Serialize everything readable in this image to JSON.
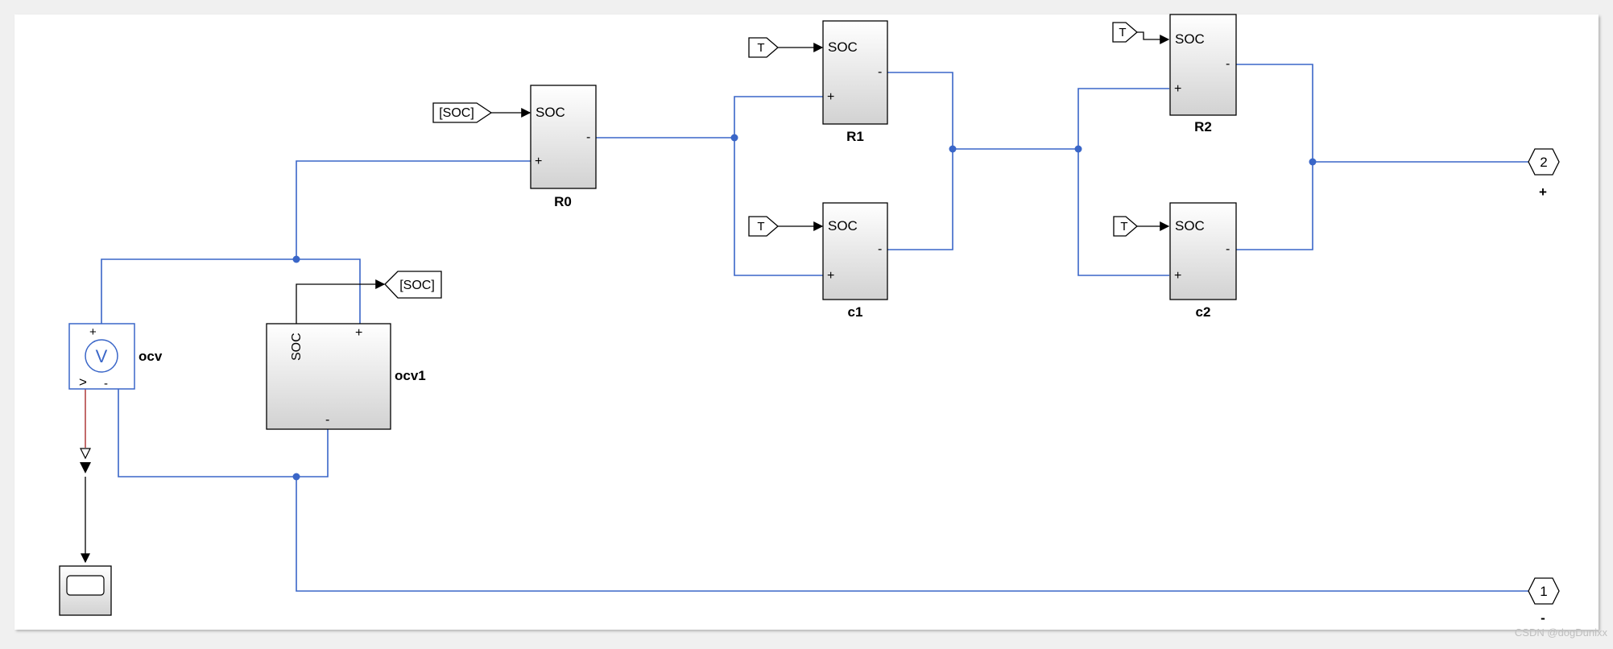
{
  "colors": {
    "wire": "#3a66c8",
    "signal": "#000000",
    "measure_wire": "#a01a1a",
    "block_fill_top": "#ffffff",
    "block_fill_bottom": "#d4d4d4",
    "canvas": "#ffffff"
  },
  "blocks": {
    "R0": {
      "name": "R0",
      "port_soc": "SOC",
      "port_plus": "+",
      "port_minus": "-"
    },
    "R1": {
      "name": "R1",
      "port_soc": "SOC",
      "port_plus": "+",
      "port_minus": "-"
    },
    "c1": {
      "name": "c1",
      "port_soc": "SOC",
      "port_plus": "+",
      "port_minus": "-"
    },
    "R2": {
      "name": "R2",
      "port_soc": "SOC",
      "port_plus": "+",
      "port_minus": "-"
    },
    "c2": {
      "name": "c2",
      "port_soc": "SOC",
      "port_plus": "+",
      "port_minus": "-"
    },
    "ocv1": {
      "name": "ocv1",
      "port_soc": "SOC",
      "port_plus": "+",
      "port_minus": "-"
    }
  },
  "sensor": {
    "name": "ocv",
    "symbol": "V",
    "port_plus": "+",
    "port_minus": "-",
    "port_out": ">"
  },
  "tags": {
    "goto_soc": "[SOC]",
    "from_soc": "[SOC]",
    "from_t_r1": "T",
    "from_t_c1": "T",
    "from_t_r2": "T",
    "from_t_c2": "T"
  },
  "ports": {
    "out2": {
      "number": "2",
      "label": "+"
    },
    "out1": {
      "number": "1",
      "label": "-"
    }
  },
  "watermark": "CSDN @dogDunixx"
}
